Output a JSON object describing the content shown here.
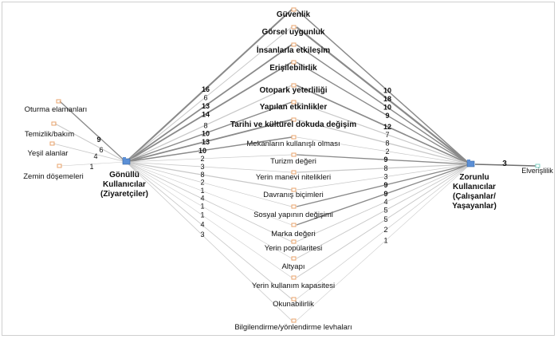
{
  "left_hub": {
    "line1": "Gönüllü",
    "line2": "Kullanıcılar",
    "line3": "(Ziyaretçiler)",
    "icon": "folder-icon"
  },
  "right_hub": {
    "line1": "Zorunlu",
    "line2": "Kullanıcılar",
    "line3": "(Çalışanlar/",
    "line4": "Yaşayanlar)",
    "icon": "folder-icon"
  },
  "side_node": {
    "label": "Elverişlilik",
    "weight": "3"
  },
  "left_items": [
    {
      "label": "Oturma elamanları",
      "weight": "9"
    },
    {
      "label": "Temizlik/bakım",
      "weight": "6"
    },
    {
      "label": "Yeşil alanlar",
      "weight": "4"
    },
    {
      "label": "Zemin döşemeleri",
      "weight": "1"
    }
  ],
  "shared_items": [
    {
      "label": "Güvenlik",
      "left": "16",
      "right": "10"
    },
    {
      "label": "Görsel uygunluk",
      "left": "6",
      "right": "18"
    },
    {
      "label": "İnsanlarla etkileşim",
      "left": "13",
      "right": "10"
    },
    {
      "label": "Erişilebilirlik",
      "left": "14",
      "right": "9"
    },
    {
      "label": "Otopark yeterliliği",
      "left": "8",
      "right": "12"
    },
    {
      "label": "Yapılan etkinlikler",
      "left": "10",
      "right": "7"
    },
    {
      "label": "Tarihi ve kültürel dokuda değişim",
      "left": "13",
      "right": "8"
    },
    {
      "label": "Mekanların kullanışlı olması",
      "left": "10",
      "right": "2"
    },
    {
      "label": "Turizm değeri",
      "left": "2",
      "right": "9"
    },
    {
      "label": "Yerin manevi nitelikleri",
      "left": "3",
      "right": "8"
    },
    {
      "label": "Davranış biçimleri",
      "left": "8",
      "right": "3"
    },
    {
      "label": "Sosyal yapının değişimi",
      "left": "2",
      "right": "9"
    },
    {
      "label": "Marka değeri",
      "left": "1",
      "right": "9"
    },
    {
      "label": "Yerin popülaritesi",
      "left": "4",
      "right": "4"
    },
    {
      "label": "Altyapı",
      "left": "1",
      "right": "5"
    },
    {
      "label": "Yerin kullanım kapasitesi",
      "left": "1",
      "right": "5"
    },
    {
      "label": "Okunabilirlik",
      "left": "4",
      "right": "2"
    },
    {
      "label": "Bilgilendirme/yönlendirme levhaları",
      "left": "3",
      "right": "1"
    }
  ],
  "colors": {
    "node": "#e8a36b",
    "folder": "#5b8fd6",
    "side_node": "#7ccfc2",
    "edge_light": "#c8c8c8",
    "edge_dark": "#8a8a8a",
    "text": "#111111"
  }
}
